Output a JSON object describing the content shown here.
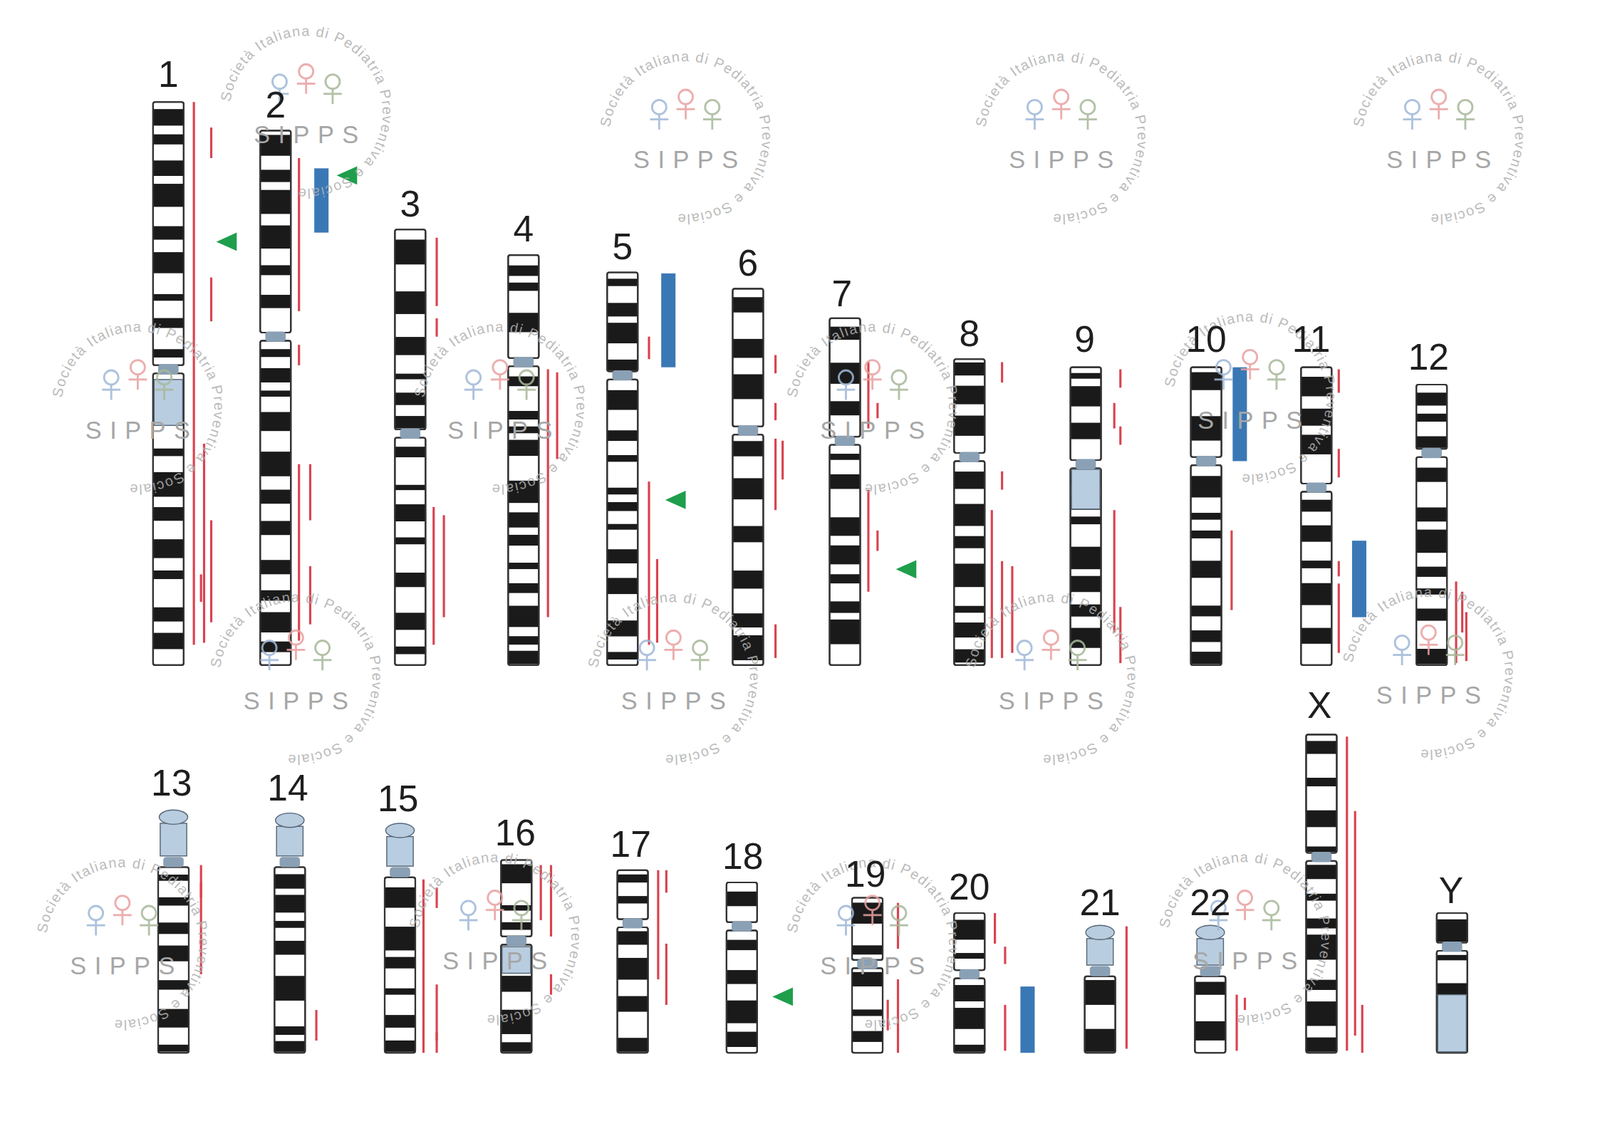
{
  "diagram": {
    "labels": [
      "1",
      "2",
      "3",
      "4",
      "5",
      "6",
      "7",
      "8",
      "9",
      "10",
      "11",
      "12",
      "13",
      "14",
      "15",
      "16",
      "17",
      "18",
      "19",
      "20",
      "21",
      "22",
      "X",
      "Y",
      "Società Italiana di Pediatria Preventiva e Sociale",
      "SIPPS",
      "Società Italiana di Pediatria Preventiva e Sociale",
      "SIPPS",
      "Società Italiana di Pediatria Preventiva e Sociale",
      "SIPPS",
      "Società Italiana di Pediatria Preventiva e Sociale",
      "SIPPS",
      "Società Italiana di Pediatria Preventiva e Sociale",
      "SIPPS",
      "Società Italiana di Pediatria Preventiva e Sociale",
      "SIPPS",
      "Società Italiana di Pediatria Preventiva e Sociale",
      "SIPPS",
      "Società Italiana di Pediatria Preventiva e Sociale",
      "SIPPS",
      "Società Italiana di Pediatria Preventiva e Sociale",
      "SIPPS",
      "Società Italiana di Pediatria Preventiva e Sociale",
      "SIPPS",
      "Società Italiana di Pediatria Preventiva e Sociale",
      "SIPPS",
      "Società Italiana di Pediatria Preventiva e Sociale",
      "SIPPS",
      "Società Italiana di Pediatria Preventiva e Sociale",
      "SIPPS",
      "Società Italiana di Pediatria Preventiva e Sociale",
      "SIPPS",
      "Società Italiana di Pediatria Preventiva e Sociale",
      "SIPPS",
      "Società Italiana di Pediatria Preventiva e Sociale",
      "SIPPS"
    ]
  }
}
